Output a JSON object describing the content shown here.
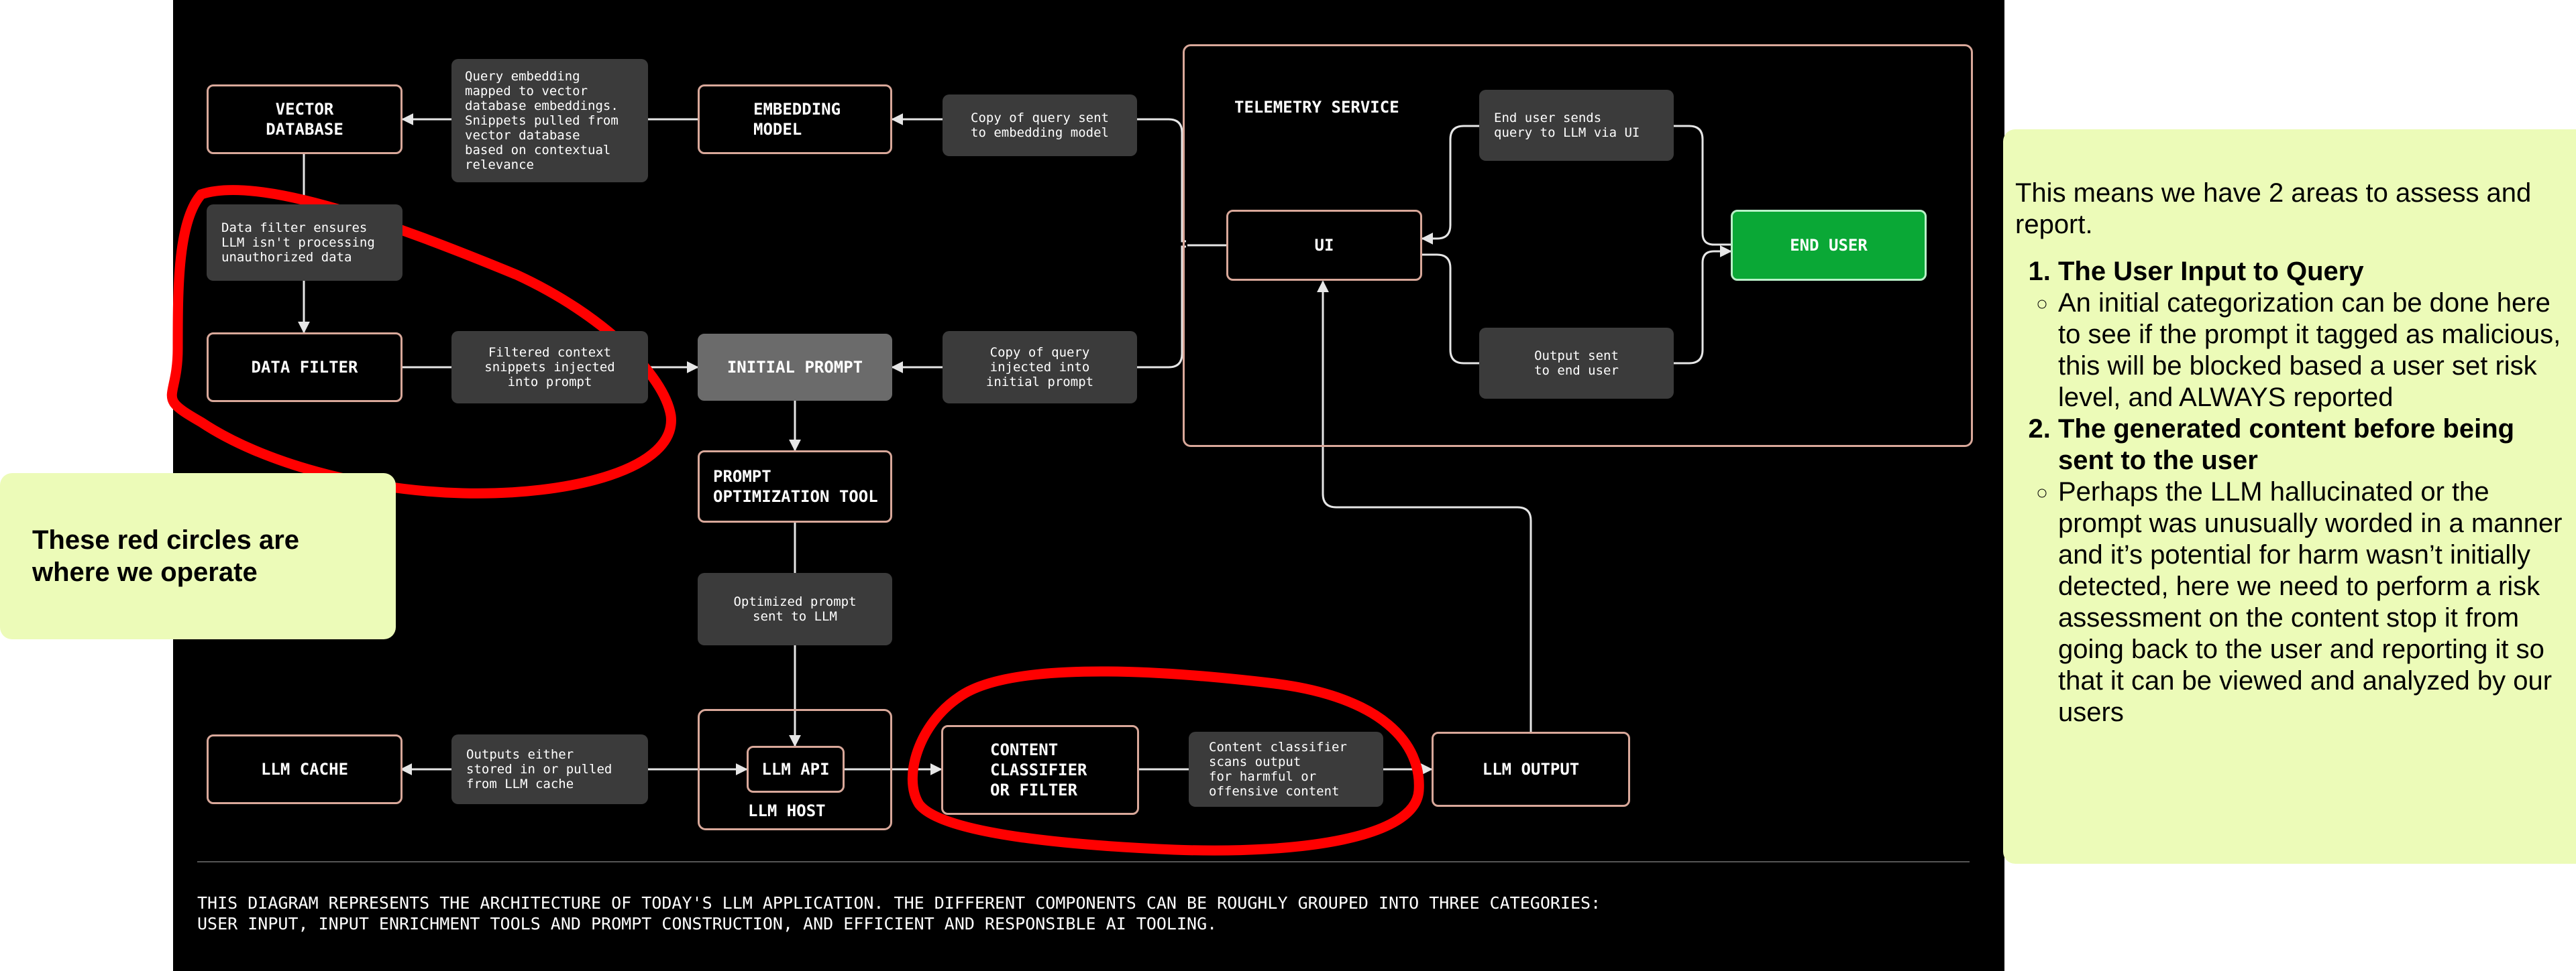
{
  "diagram": {
    "nodes": {
      "vector_database": "VECTOR\nDATABASE",
      "embedding_model": "EMBEDDING\nMODEL",
      "data_filter": "DATA FILTER",
      "initial_prompt": "INITIAL PROMPT",
      "prompt_optimization_tool": "PROMPT\nOPTIMIZATION TOOL",
      "llm_cache": "LLM CACHE",
      "llm_api": "LLM API",
      "llm_host": "LLM  HOST",
      "content_classifier": "CONTENT\nCLASSIFIER\nOR FILTER",
      "llm_output": "LLM OUTPUT",
      "telemetry_service": "TELEMETRY SERVICE",
      "ui": "UI",
      "end_user": "END USER"
    },
    "notes": {
      "query_embedding": "Query embedding\nmapped to vector\ndatabase embeddings.\nSnippets pulled from\nvector database\nbased on contextual\nrelevance",
      "copy_to_embedding": "Copy of query sent\nto embedding model",
      "data_filter_note": "Data filter ensures\nLLM isn't processing\nunauthorized data",
      "filtered_context": "Filtered context\nsnippets injected\ninto prompt",
      "copy_to_initial": "Copy of query\ninjected into\ninitial prompt",
      "end_user_sends": "End user sends\nquery to LLM via UI",
      "output_sent": "Output sent\nto end user",
      "optimized_prompt": "Optimized prompt\nsent to LLM",
      "cache_outputs": "Outputs either\nstored in or pulled\nfrom LLM cache",
      "classifier_note": "Content classifier\nscans output\nfor harmful or\noffensive content"
    },
    "footer": "THIS DIAGRAM REPRESENTS THE ARCHITECTURE OF TODAY'S LLM APPLICATION. THE DIFFERENT COMPONENTS CAN BE ROUGHLY GROUPED INTO THREE CATEGORIES:\nUSER INPUT, INPUT ENRICHMENT TOOLS AND PROMPT CONSTRUCTION, AND EFFICIENT AND RESPONSIBLE AI TOOLING."
  },
  "callout_left": {
    "text": "These red circles are where we operate"
  },
  "callout_right": {
    "intro": "This means we have 2 areas to assess and report.",
    "items": [
      {
        "heading": "The User Input to Query",
        "detail": "An initial categorization can be done here to see if the prompt it tagged as malicious, this will be blocked based a user set risk level, and ALWAYS reported"
      },
      {
        "heading": "The generated content before being sent to the user",
        "detail": "Perhaps the LLM hallucinated or the prompt was unusually worded in a manner and it’s potential for harm wasn’t initially detected, here we need to perform a risk assessment on the content stop it from going back to the user and reporting it so that it can be viewed and analyzed by our users"
      }
    ]
  },
  "colors": {
    "panel_background": "#000000",
    "node_border": "#d9a89a",
    "note_background": "#3b3b3b",
    "connector": "#e6e6e6",
    "highlight_circle": "#ff0000",
    "end_user_fill": "#0aa836",
    "initial_prompt_fill": "#6b6b6b",
    "callout_background": "#ecfbb8"
  }
}
